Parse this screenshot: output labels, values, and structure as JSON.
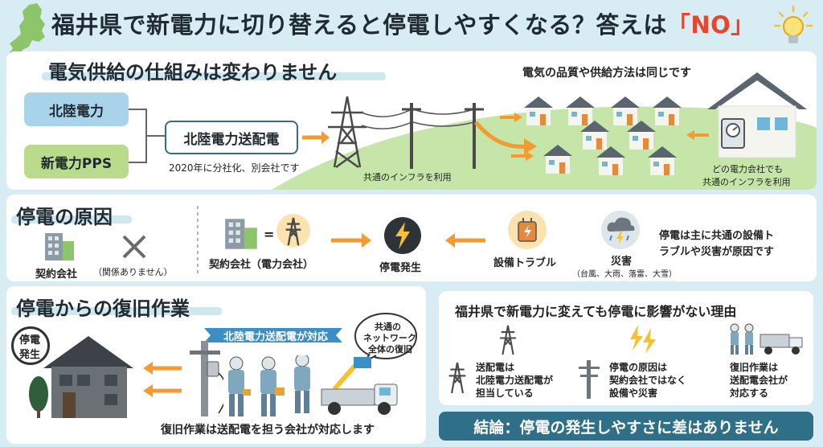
{
  "title": {
    "main": "福井県で新電力に切り替えると停電しやすくなる？答えは",
    "answer": "「NO」"
  },
  "section1": {
    "heading": "電気供給の仕組みは変わりません",
    "box_hokuriku": "北陸電力",
    "box_pps": "新電力PPS",
    "box_transmission": "北陸電力送配電",
    "note_split": "2020年に分社化、別会社です",
    "infra_label": "共通のインフラを利用",
    "quality_label": "電気の品質や供給方法は同じです",
    "any_company_line1": "どの電力会社でも",
    "any_company_line2": "共通のインフラを利用"
  },
  "section2": {
    "heading": "停電の原因",
    "contract_company": "契約会社",
    "unrelated": "（関係ありません）",
    "contract_power": "契約会社（電力会社）",
    "equals": "=",
    "outage": "停電発生",
    "equipment_trouble": "設備トラブル",
    "disaster": "災害",
    "disaster_examples": "（台風、大雨、落雷、大雪）",
    "cause_note_line1": "停電は主に共通の設備ト",
    "cause_note_line2": "ラブルや災害が原因です"
  },
  "section3": {
    "heading": "停電からの復旧作業",
    "outage_badge_line1": "停電",
    "outage_badge_line2": "発生",
    "ribbon": "北陸電力送配電が対応",
    "bubble_line1": "共通の",
    "bubble_line2": "ネットワーク",
    "bubble_line3": "全体の復旧",
    "footer": "復旧作業は送配電を担う会社が対応します"
  },
  "section4": {
    "heading": "福井県で新電力に変えても停電に影響がない理由",
    "reason1_line1": "送配電は",
    "reason1_line2": "北陸電力送配電が",
    "reason1_line3": "担当している",
    "reason2_line1": "停電の原因は",
    "reason2_line2": "契約会社ではなく",
    "reason2_line3": "設備や災害",
    "reason3_line1": "復旧作業は",
    "reason3_line2": "送配電会社が",
    "reason3_line3": "対応する"
  },
  "conclusion": "結論：停電の発生しやすさに差はありません",
  "colors": {
    "background": "#d8ecf3",
    "accent_red": "#e8452c",
    "arrow_orange": "#f39a32",
    "box_blue": "#a9d3ea",
    "box_green": "#b9dc8c",
    "conclusion_bg": "#2f6f88"
  }
}
